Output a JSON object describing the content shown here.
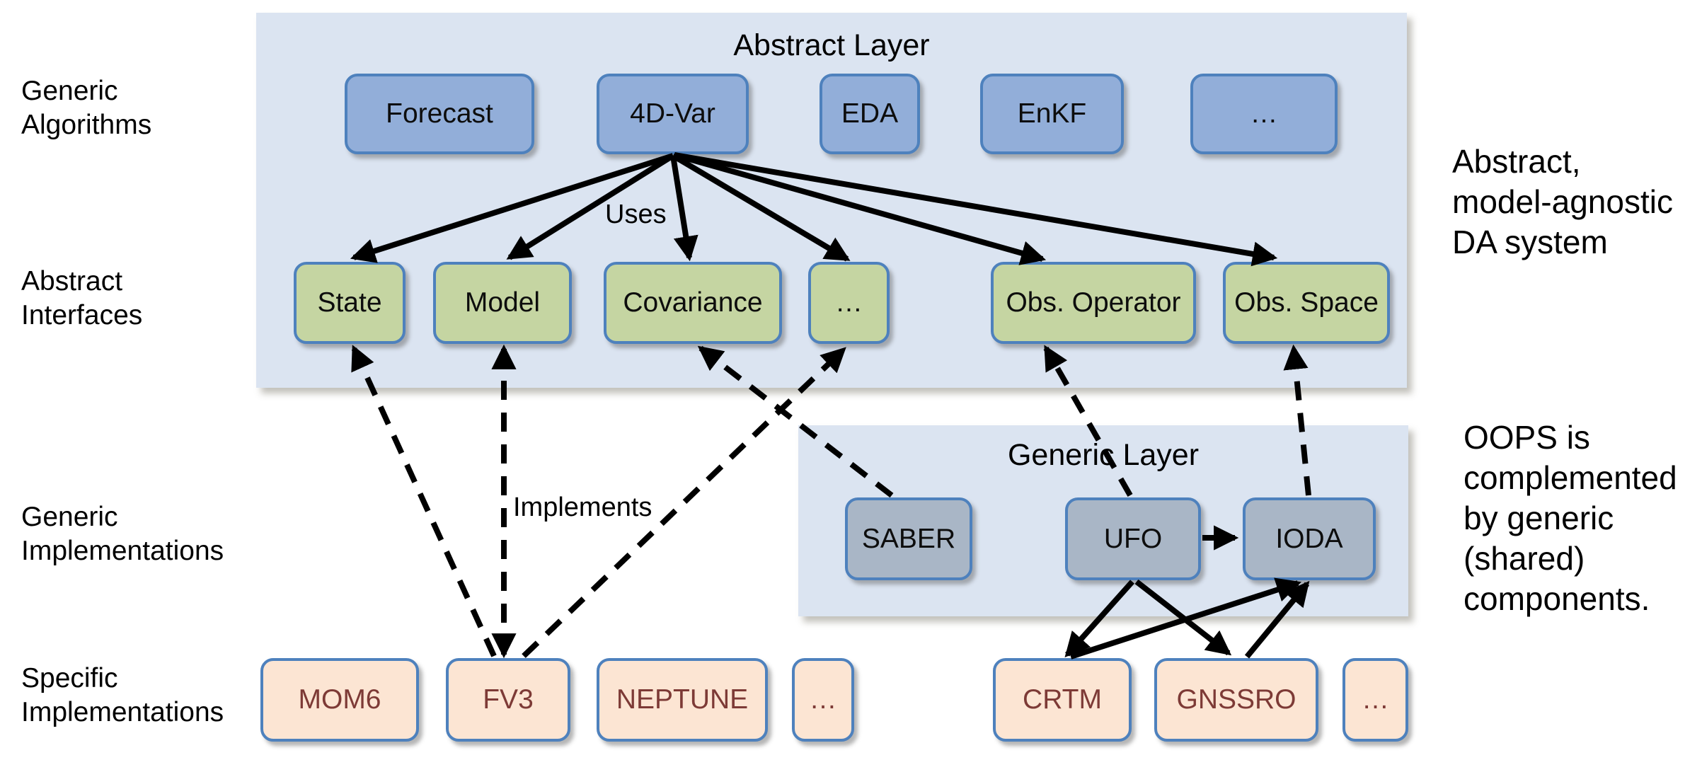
{
  "colors": {
    "panel_fill": "#dbe4f1",
    "algorithm_box_fill": "#92aed9",
    "interface_box_fill": "#c5d5a2",
    "component_box_fill": "#a9b6c6",
    "implementation_box_fill": "#fce5d3",
    "box_border": "#4e81bd",
    "implementation_text": "#7d3a36",
    "arrow": "#000000",
    "text": "#000000"
  },
  "row_labels": {
    "generic_algorithms": {
      "line1": "Generic",
      "line2": "Algorithms"
    },
    "abstract_interfaces": {
      "line1": "Abstract",
      "line2": "Interfaces"
    },
    "generic_implementations": {
      "line1": "Generic",
      "line2": "Implementations"
    },
    "specific_implementations": {
      "line1": "Specific",
      "line2": "Implementations"
    }
  },
  "abstract_layer": {
    "title": "Abstract Layer",
    "algorithms": [
      {
        "label": "Forecast"
      },
      {
        "label": "4D-Var"
      },
      {
        "label": "EDA"
      },
      {
        "label": "EnKF"
      },
      {
        "label": "…"
      }
    ],
    "interfaces": [
      {
        "label": "State"
      },
      {
        "label": "Model"
      },
      {
        "label": "Covariance"
      },
      {
        "label": "…"
      },
      {
        "label": "Obs. Operator"
      },
      {
        "label": "Obs. Space"
      }
    ]
  },
  "generic_layer": {
    "title": "Generic Layer",
    "components": [
      {
        "label": "SABER"
      },
      {
        "label": "UFO"
      },
      {
        "label": "IODA"
      }
    ]
  },
  "specific_implementations": {
    "models": [
      {
        "label": "MOM6"
      },
      {
        "label": "FV3"
      },
      {
        "label": "NEPTUNE"
      },
      {
        "label": "…"
      }
    ],
    "observation_ops": [
      {
        "label": "CRTM"
      },
      {
        "label": "GNSSRO"
      },
      {
        "label": "…"
      }
    ]
  },
  "arrow_labels": {
    "uses": "Uses",
    "implements": "Implements"
  },
  "annotations": {
    "abstract_note": {
      "line1": "Abstract,",
      "line2": "model-agnostic",
      "line3": "DA system"
    },
    "oops_note": {
      "line1": "OOPS is",
      "line2": "complemented",
      "line3": "by generic",
      "line4": "(shared)",
      "line5": "components."
    }
  }
}
